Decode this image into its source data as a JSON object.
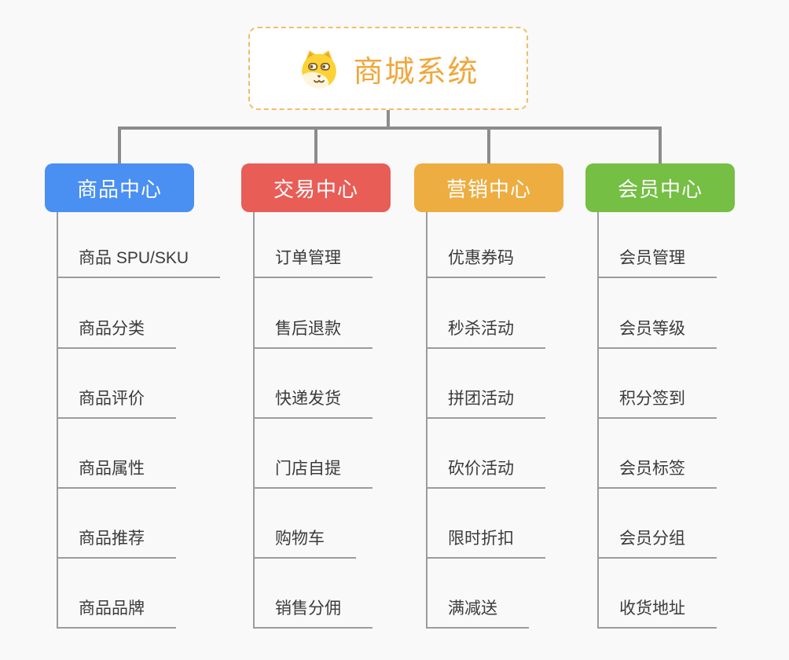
{
  "canvas": {
    "background_color": "#f9f9f9",
    "connector_color": "#8c8c8c",
    "leaf_line_color": "#9c9c9c",
    "leaf_text_color": "#3b3b3b"
  },
  "root": {
    "label": "商城系统",
    "icon": "dog-face-icon",
    "text_color": "#f0a73c",
    "border_color": "#f3bc6b",
    "background_color": "#ffffff"
  },
  "branches": [
    {
      "label": "商品中心",
      "color": "#4a8ff2",
      "items": [
        "商品 SPU/SKU",
        "商品分类",
        "商品评价",
        "商品属性",
        "商品推荐",
        "商品品牌"
      ]
    },
    {
      "label": "交易中心",
      "color": "#e95d57",
      "items": [
        "订单管理",
        "售后退款",
        "快递发货",
        "门店自提",
        "购物车",
        "销售分佣"
      ]
    },
    {
      "label": "营销中心",
      "color": "#edad40",
      "items": [
        "优惠券码",
        "秒杀活动",
        "拼团活动",
        "砍价活动",
        "限时折扣",
        "满减送"
      ]
    },
    {
      "label": "会员中心",
      "color": "#74bf44",
      "items": [
        "会员管理",
        "会员等级",
        "积分签到",
        "会员标签",
        "会员分组",
        "收货地址"
      ]
    }
  ]
}
